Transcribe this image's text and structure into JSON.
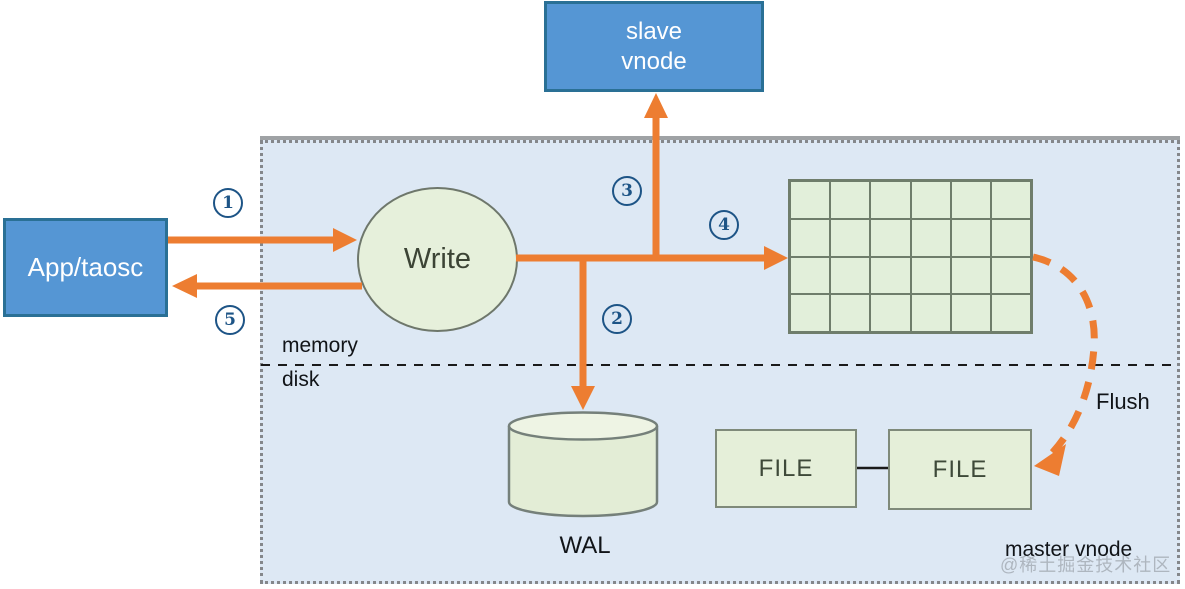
{
  "nodes": {
    "slave_vnode": {
      "line1": "slave",
      "line2": "vnode"
    },
    "app_taosc": "App/taosc",
    "write": "Write",
    "wal_label": "WAL",
    "file_left": "FILE",
    "file_right": "FILE"
  },
  "labels": {
    "memory": "memory",
    "disk": "disk",
    "flush": "Flush",
    "master_vnode": "master vnode"
  },
  "steps": [
    {
      "label": "1"
    },
    {
      "label": "2"
    },
    {
      "label": "3"
    },
    {
      "label": "4"
    },
    {
      "label": "5"
    }
  ],
  "grid": {
    "rows": 4,
    "cols": 6
  },
  "watermark": "@稀土掘金技术社区",
  "colors": {
    "arrow_orange": "#ED7D31",
    "node_blue_fill": "#5596D4",
    "node_blue_border": "#2A7095",
    "node_green_fill": "#E5EFD9",
    "node_green_border": "#7F8A7A",
    "container_fill": "#DDE8F4",
    "step_number_navy": "#1D5486"
  }
}
